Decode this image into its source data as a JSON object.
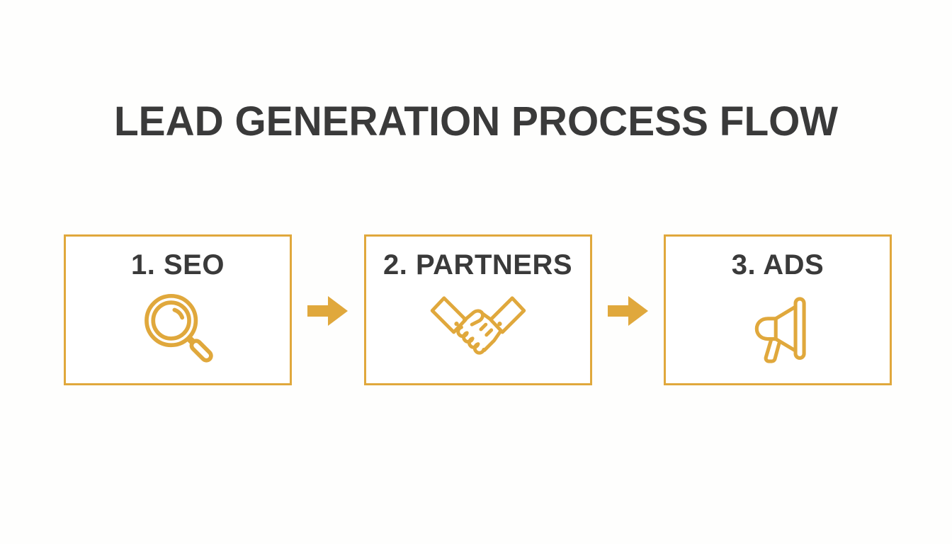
{
  "title": "LEAD GENERATION PROCESS FLOW",
  "colors": {
    "accent": "#E0A83C",
    "text": "#3A3A3A",
    "background": "#FEFEFD"
  },
  "steps": [
    {
      "label": "1. SEO",
      "icon": "magnifier-icon"
    },
    {
      "label": "2. PARTNERS",
      "icon": "handshake-icon"
    },
    {
      "label": "3. ADS",
      "icon": "megaphone-icon"
    }
  ],
  "connectors": [
    {
      "icon": "arrow-right-icon"
    },
    {
      "icon": "arrow-right-icon"
    }
  ]
}
